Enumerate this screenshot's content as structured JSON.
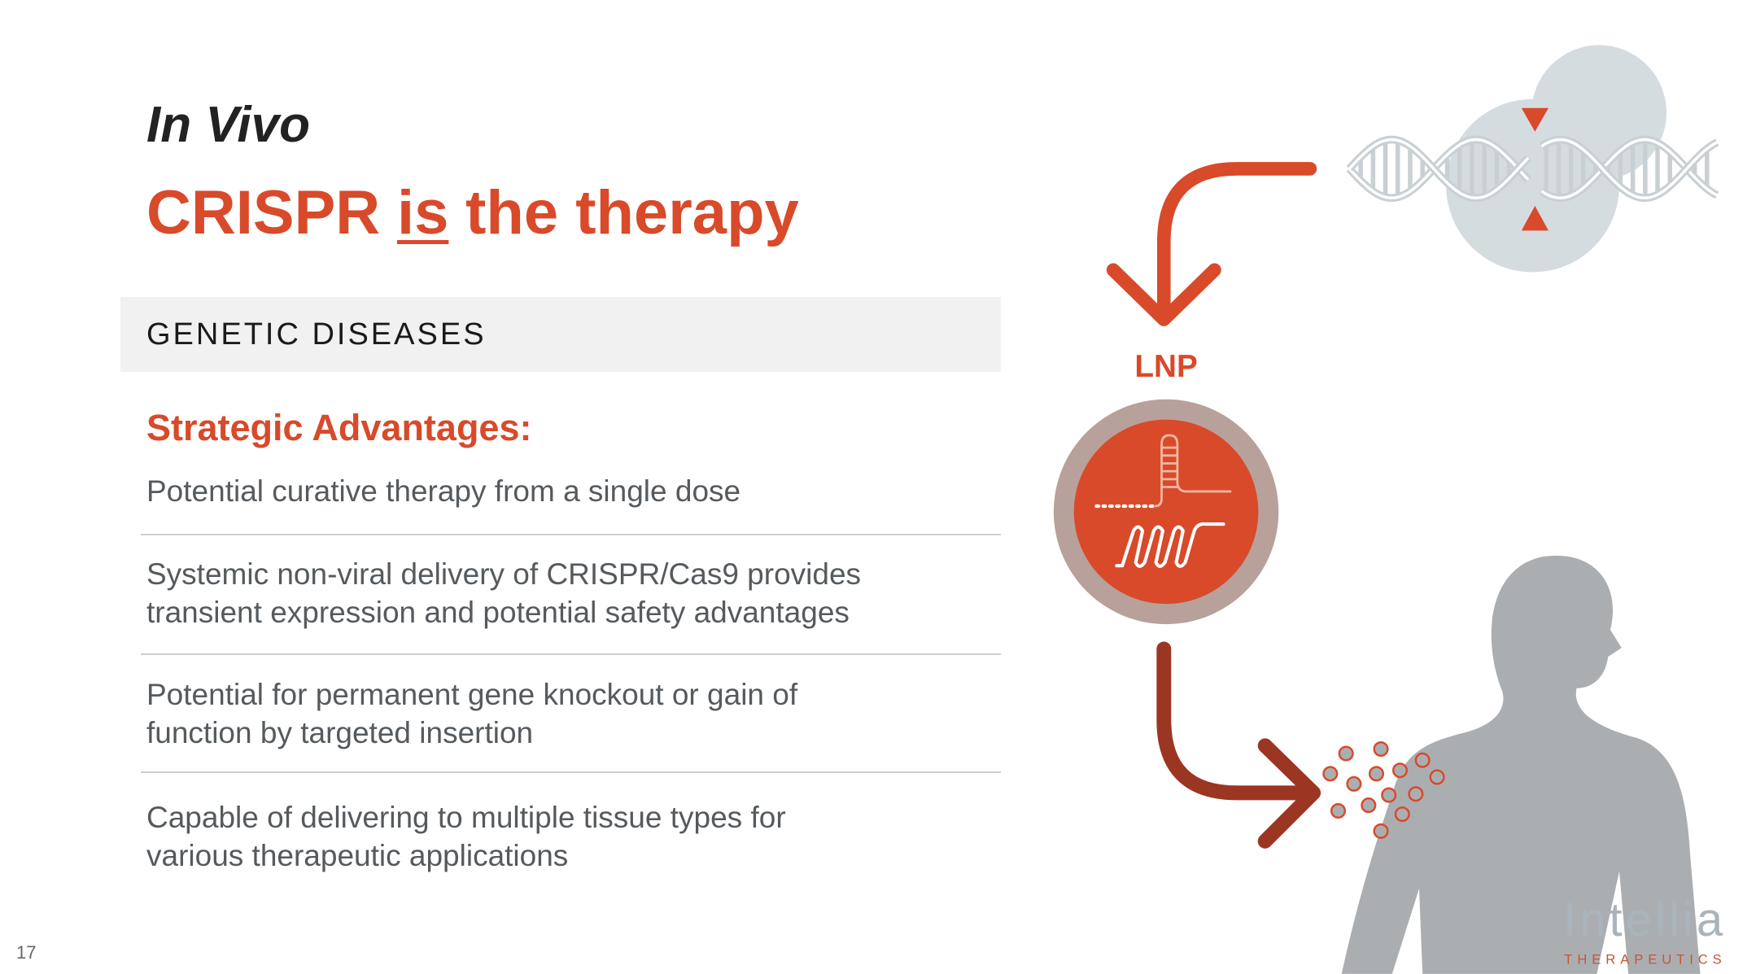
{
  "header": {
    "pre_title": "In Vivo",
    "title_part1": "CRISPR ",
    "title_emphasis": "is",
    "title_part2": " the therapy"
  },
  "section": {
    "band_label": "GENETIC DISEASES",
    "heading": "Strategic Advantages:",
    "bullets": [
      {
        "line1": "Potential curative therapy from a single dose",
        "line2": ""
      },
      {
        "line1": "Systemic non-viral delivery of CRISPR/Cas9 provides",
        "line2": "transient expression and potential safety advantages"
      },
      {
        "line1": "Potential for permanent gene knockout or gain of",
        "line2": "function by targeted insertion"
      },
      {
        "line1": "Capable of delivering to multiple tissue types for",
        "line2": "various therapeutic applications"
      }
    ]
  },
  "diagram": {
    "carrier_label": "LNP",
    "icons": [
      "dna-helix-icon",
      "cut-site-triangles-icon",
      "lnp-particle-icon",
      "guide-rna-icon",
      "mrna-icon",
      "human-silhouette-icon",
      "particles-icon"
    ]
  },
  "logo": {
    "name": "Intellia",
    "tagline": "THERAPEUTICS"
  },
  "footer": {
    "page_number": "17"
  },
  "colors": {
    "accent": "#d84a2a",
    "dark_accent": "#9b3622",
    "lnp_ring": "#b8a19b",
    "dna_gray": "#d5dce0",
    "silhouette": "#abaeb1"
  }
}
